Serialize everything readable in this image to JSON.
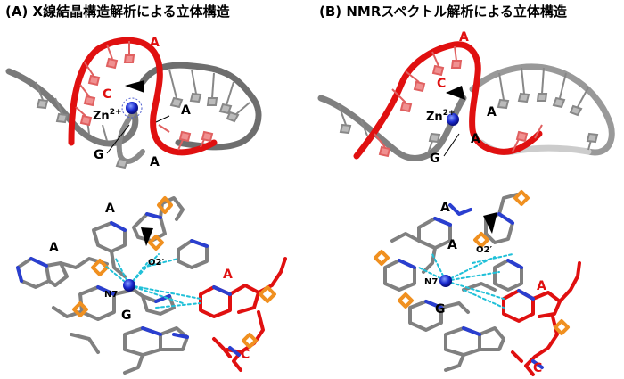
{
  "panels": [
    {
      "title": "(A) X線結晶構造解析による立体構造",
      "top_labels": {
        "a1": "A",
        "c": "C",
        "zn": "Zn",
        "zn_sup": "2+",
        "a2": "A",
        "g": "G",
        "a3": "A"
      },
      "bottom_labels": {
        "a1": "A",
        "a2": "A",
        "o2": "O2′",
        "n7": "N7",
        "g": "G",
        "a_red": "A",
        "c_red": "C"
      }
    },
    {
      "title": "(B) NMRスペクトル解析による立体構造",
      "top_labels": {
        "a1": "A",
        "c": "C",
        "zn": "Zn",
        "zn_sup": "2+",
        "a2": "A",
        "a3": "A",
        "g": "G"
      },
      "bottom_labels": {
        "a1": "A",
        "a2": "A",
        "o2": "O2′",
        "n7": "N7",
        "g": "G",
        "a_red": "A",
        "c_red": "C"
      }
    }
  ],
  "colors": {
    "backbone_gray": "#7a7a7a",
    "backbone_red": "#e01010",
    "label_red": "#e01010",
    "zinc_blue": "#1020c8",
    "hbond_cyan": "#20c0d8",
    "phosphate_orange": "#f09020",
    "nitrogen_blue": "#2a3fd0"
  }
}
